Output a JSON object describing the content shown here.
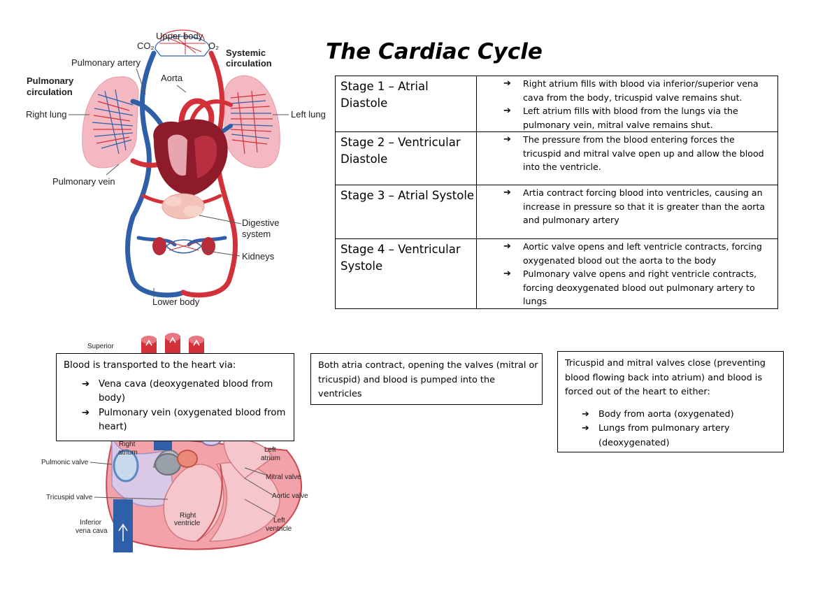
{
  "title": "The Cardiac Cycle",
  "circulation_diagram": {
    "labels": {
      "upper_body": "Upper body",
      "co2": "CO₂",
      "o2": "O₂",
      "systemic": "Systemic circulation",
      "systemic_line1": "Systemic",
      "systemic_line2": "circulation",
      "pulmonary_artery": "Pulmonary artery",
      "aorta": "Aorta",
      "pulmonary_line1": "Pulmonary",
      "pulmonary_line2": "circulation",
      "right_lung": "Right lung",
      "left_lung": "Left lung",
      "pulmonary_vein": "Pulmonary vein",
      "digestive_line1": "Digestive",
      "digestive_line2": "system",
      "kidneys": "Kidneys",
      "lower_body": "Lower body"
    },
    "colors": {
      "oxygenated": "#d3313a",
      "deoxygenated": "#2f5fa8",
      "lung": "#f1b3bd",
      "heart": "#8e1b2a"
    }
  },
  "heart_diagram": {
    "labels": {
      "superior": "Superior",
      "right_atrium_line1": "Right",
      "right_atrium_line2": "atrium",
      "left_atrium_line1": "Left",
      "left_atrium_line2": "atrium",
      "pulmonic_valve": "Pulmonic valve",
      "mitral_valve": "Mitral valve",
      "tricuspid_valve": "Tricuspid valve",
      "aortic_valve": "Aortic valve",
      "right_ventricle_line1": "Right",
      "right_ventricle_line2": "ventricle",
      "left_ventricle_line1": "Left",
      "left_ventricle_line2": "ventricle",
      "inferior_line1": "Inferior",
      "inferior_line2": "vena cava"
    }
  },
  "stages": [
    {
      "name_line1": "Stage 1 – Atrial",
      "name_line2": "Diastole",
      "bullets": [
        [
          "Right atrium fills with blood via inferior/superior vena",
          "cava from the body, tricuspid valve remains shut."
        ],
        [
          "Left atrium fills with blood from the lungs via the",
          "pulmonary vein, mitral valve remains shut."
        ]
      ]
    },
    {
      "name_line1": "Stage 2 – Ventricular",
      "name_line2": "Diastole",
      "bullets": [
        [
          "The pressure from the blood entering forces the",
          "tricuspid and mitral valve open up and allow the blood",
          "into the ventricle."
        ]
      ]
    },
    {
      "name_line1": "Stage 3 – Atrial Systole",
      "name_line2": "",
      "bullets": [
        [
          "Artia contract forcing blood into ventricles, causing an",
          "increase in pressure so that it is greater than the aorta",
          "and pulmonary artery"
        ]
      ]
    },
    {
      "name_line1": "Stage 4 – Ventricular",
      "name_line2": "Systole",
      "bullets": [
        [
          "Aortic valve opens and left ventricle contracts, forcing",
          "oxygenated blood out the aorta to the body"
        ],
        [
          "Pulmonary valve opens and right ventricle contracts,",
          "forcing deoxygenated blood out pulmonary artery to",
          "lungs"
        ]
      ]
    }
  ],
  "notes": {
    "transport": {
      "heading": "Blood is transported to the heart via:",
      "bullets": [
        [
          "Vena cava (deoxygenated blood from",
          "body)"
        ],
        [
          "Pulmonary vein (oxygenated blood from",
          "heart)"
        ]
      ]
    },
    "atria": {
      "lines": [
        "Both atria contract, opening the valves (mitral or",
        "tricuspid) and blood is pumped into the",
        "ventricles"
      ]
    },
    "valves": {
      "lines": [
        "Tricuspid and mitral valves close (preventing",
        "blood flowing back into atrium) and blood is",
        "forced out of the heart to either:"
      ],
      "bullets": [
        [
          "Body from aorta (oxygenated)"
        ],
        [
          "Lungs from pulmonary artery",
          "(deoxygenated)"
        ]
      ]
    },
    "arrow_glyph": "➔"
  }
}
